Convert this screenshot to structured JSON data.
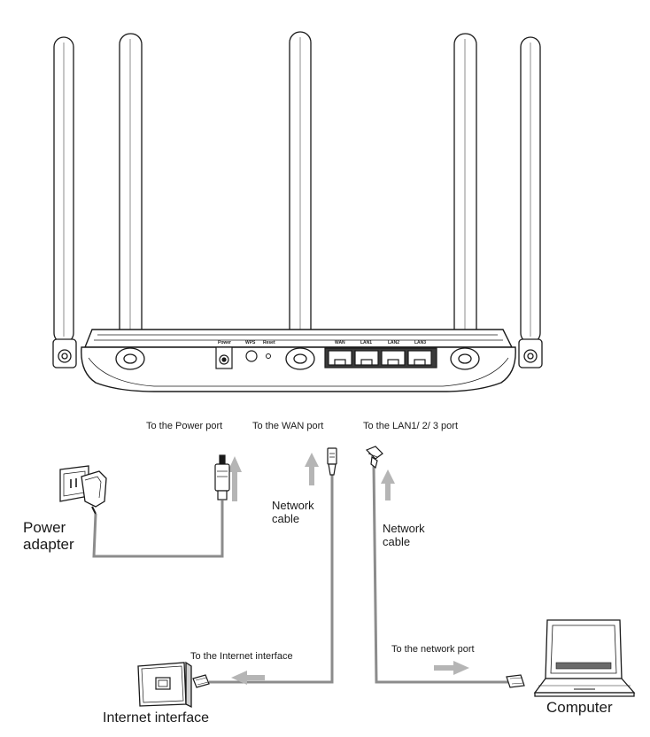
{
  "router": {
    "port_labels": {
      "power": "Power",
      "wps": "WPS",
      "reset": "Reset",
      "wan": "WAN",
      "lan1": "LAN1",
      "lan2": "LAN2",
      "lan3": "LAN3"
    }
  },
  "labels": {
    "to_power_port": "To the Power port",
    "to_wan_port": "To the WAN port",
    "to_lan_port": "To the LAN1/ 2/ 3 port",
    "network_cable_wan": "Network\ncable",
    "network_cable_lan": "Network\ncable",
    "power_adapter": "Power\nadapter",
    "to_internet_interface": "To the Internet interface",
    "to_network_port": "To  the network port",
    "internet_interface": "Internet interface",
    "computer": "Computer"
  },
  "colors": {
    "line": "#1a1a1a",
    "cable": "#8c8c8c",
    "arrow": "#b5b5b5"
  }
}
